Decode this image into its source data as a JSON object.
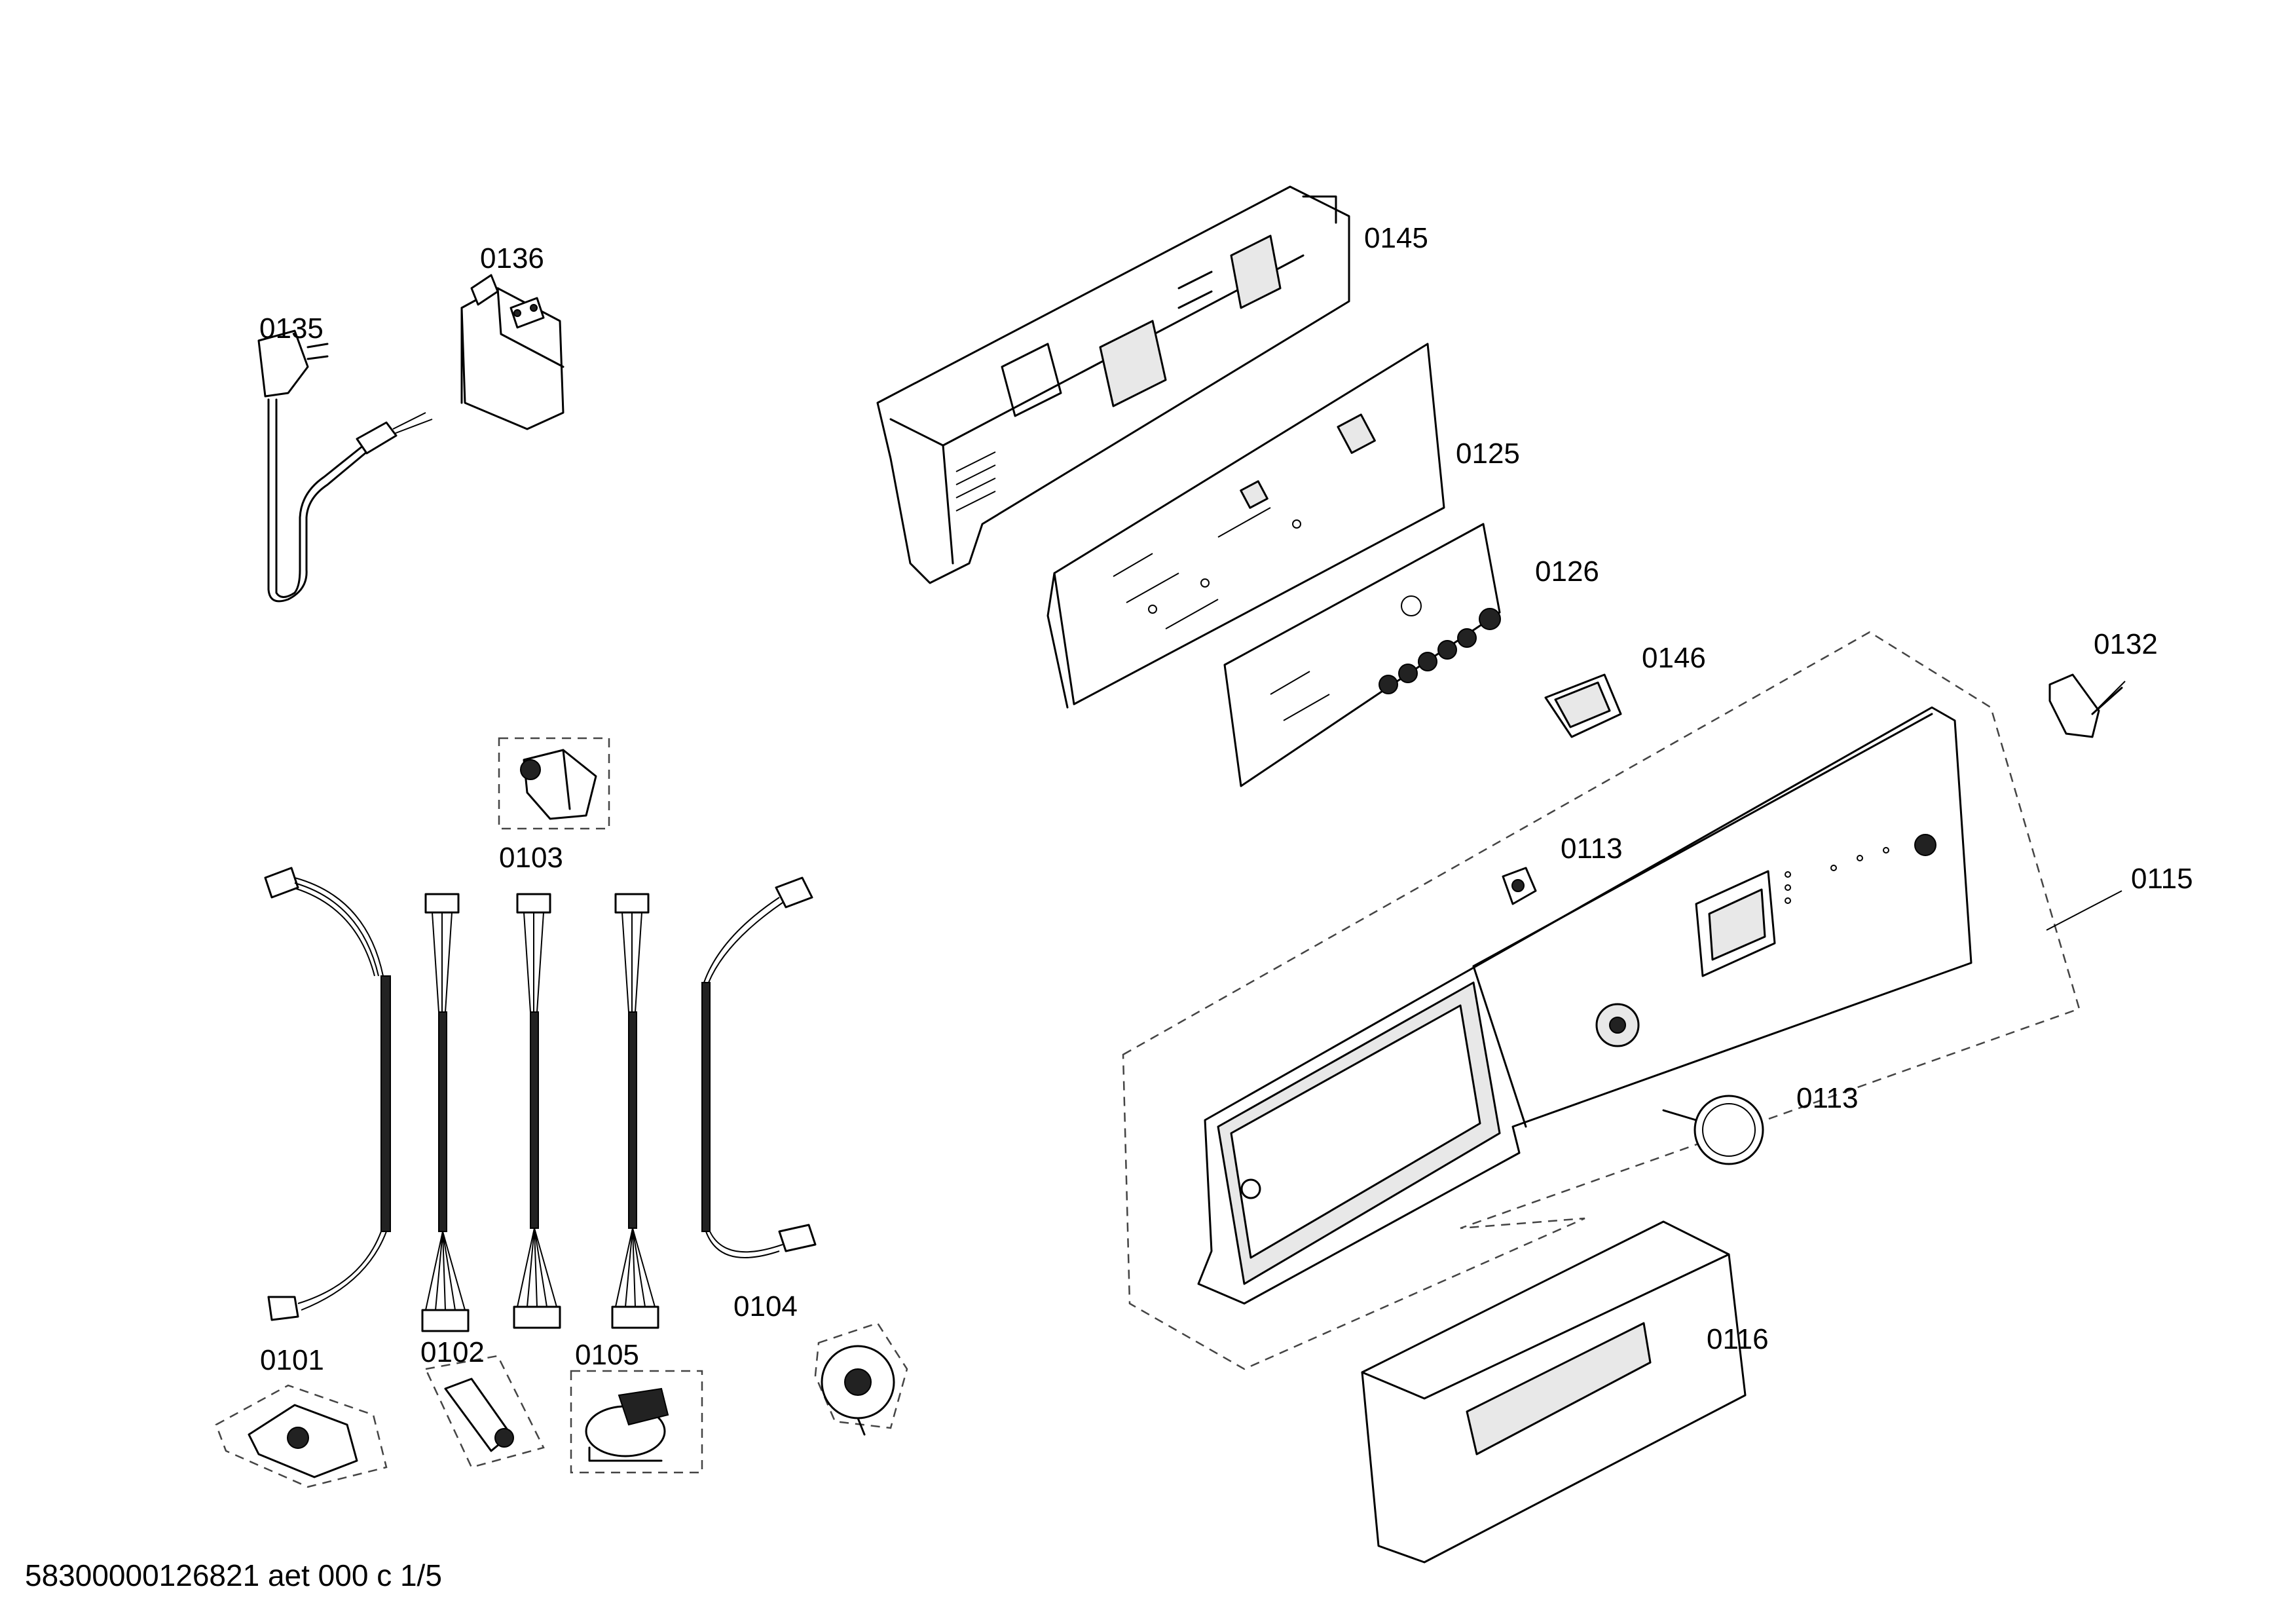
{
  "labels": {
    "l0135": "0135",
    "l0136": "0136",
    "l0145": "0145",
    "l0125": "0125",
    "l0126": "0126",
    "l0146": "0146",
    "l0132": "0132",
    "l0103": "0103",
    "l0113a": "0113",
    "l0115": "0115",
    "l0113b": "0113",
    "l0101": "0101",
    "l0102": "0102",
    "l0105": "0105",
    "l0104": "0104",
    "l0116": "0116"
  },
  "footer": "58300000126821 aet 000 c 1/5"
}
